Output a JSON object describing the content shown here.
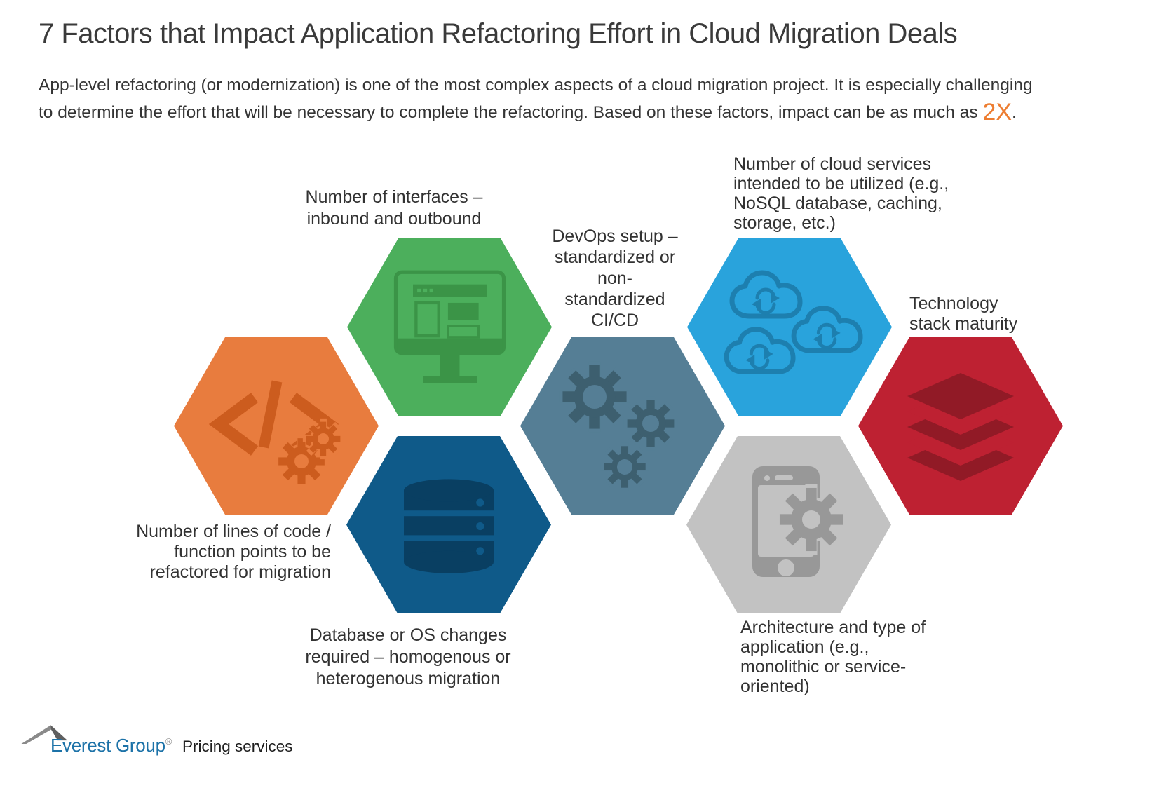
{
  "title": "7 Factors that Impact Application Refactoring Effort in Cloud Migration Deals",
  "subtitle": {
    "line1": "App-level refactoring (or modernization) is one of the most complex aspects of a cloud migration project. It is especially challenging",
    "line2_prefix": "to determine the effort that will be necessary to complete the refactoring. Based on these factors, impact can be as much as ",
    "highlight": "2X",
    "highlight_color": "#ED7D31",
    "suffix": "."
  },
  "factors": [
    {
      "name": "lines-of-code",
      "label": "Number of lines of code /\nfunction points to be\nrefactored for migration",
      "hex_color": "#E87C3E",
      "icon_color": "#CC5C1E",
      "icon": "code-icon"
    },
    {
      "name": "interfaces",
      "label": "Number of interfaces –\ninbound and outbound",
      "hex_color": "#4CAF5C",
      "icon_color": "#3B9447",
      "icon": "browser-monitor-icon"
    },
    {
      "name": "database-os-changes",
      "label": "Database or OS changes\nrequired – homogenous or\nheterogenous migration",
      "hex_color": "#0F5A89",
      "icon_color": "#093F62",
      "icon": "database-icon"
    },
    {
      "name": "devops-setup",
      "label": "DevOps setup –\nstandardized or\nnon-\nstandardized\nCI/CD",
      "hex_color": "#557E95",
      "icon_color": "#3D5F6F",
      "icon": "gears-icon"
    },
    {
      "name": "cloud-services",
      "label": "Number of cloud services\nintended to be utilized (e.g.,\nNoSQL database, caching,\nstorage, etc.)",
      "hex_color": "#29A3DC",
      "icon_color": "#1D7FAF",
      "icon": "cloud-sync-icon"
    },
    {
      "name": "architecture",
      "label": "Architecture and type of\napplication (e.g.,\nmonolithic or service-\noriented)",
      "hex_color": "#C2C2C2",
      "icon_color": "#989898",
      "icon": "phone-gear-icon"
    },
    {
      "name": "technology-stack",
      "label": "Technology\nstack maturity",
      "hex_color": "#BE2132",
      "icon_color": "#911A26",
      "icon": "layers-icon"
    }
  ],
  "logo": {
    "brand": "Everest Group",
    "registered": "®",
    "brand_color": "#1C72A8",
    "tagline": "Pricing services"
  }
}
